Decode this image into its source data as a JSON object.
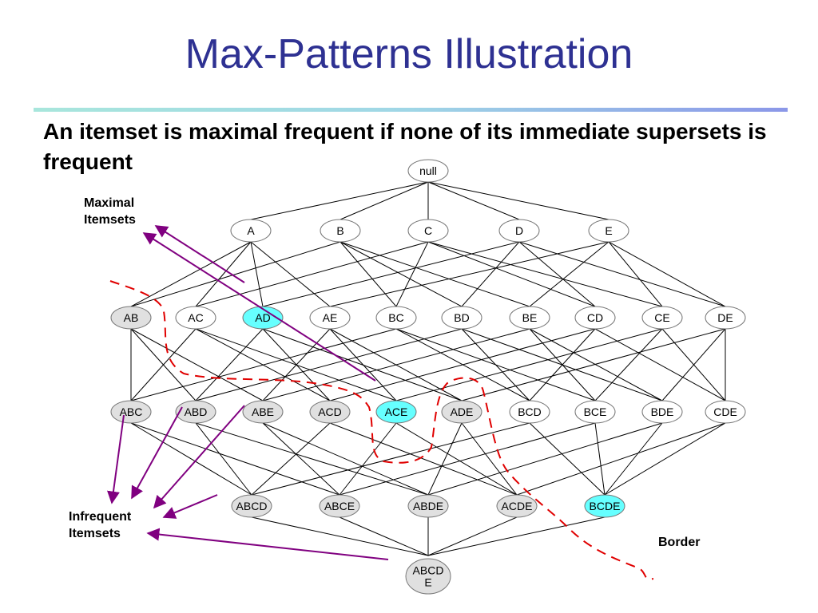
{
  "title": "Max-Patterns Illustration",
  "subtitle": "An itemset is maximal frequent if none of its immediate supersets is frequent",
  "labels": {
    "maximal": "Maximal\nItemsets",
    "infrequent": "Infrequent\nItemsets",
    "border": "Border"
  },
  "colors": {
    "title": "#2e3192",
    "maximal_fill": "#66ffff",
    "infrequent_fill": "#e0e0e0",
    "frequent_fill": "#ffffff",
    "arrow": "#800080",
    "border_line": "#e00000"
  },
  "lattice": {
    "levels": [
      [
        "null"
      ],
      [
        "A",
        "B",
        "C",
        "D",
        "E"
      ],
      [
        "AB",
        "AC",
        "AD",
        "AE",
        "BC",
        "BD",
        "BE",
        "CD",
        "CE",
        "DE"
      ],
      [
        "ABC",
        "ABD",
        "ABE",
        "ACD",
        "ACE",
        "ADE",
        "BCD",
        "BCE",
        "BDE",
        "CDE"
      ],
      [
        "ABCD",
        "ABCE",
        "ABDE",
        "ACDE",
        "BCDE"
      ],
      [
        "ABCDE"
      ]
    ],
    "status": {
      "AD": "maximal",
      "ACE": "maximal",
      "BCDE": "maximal",
      "AB": "infrequent",
      "ABC": "infrequent",
      "ABD": "infrequent",
      "ABE": "infrequent",
      "ACD": "infrequent",
      "ADE": "infrequent",
      "ABCD": "infrequent",
      "ABCE": "infrequent",
      "ABDE": "infrequent",
      "ACDE": "infrequent",
      "ABCDE": "infrequent"
    },
    "display": {
      "ABCDE": "ABCD\nE"
    }
  }
}
